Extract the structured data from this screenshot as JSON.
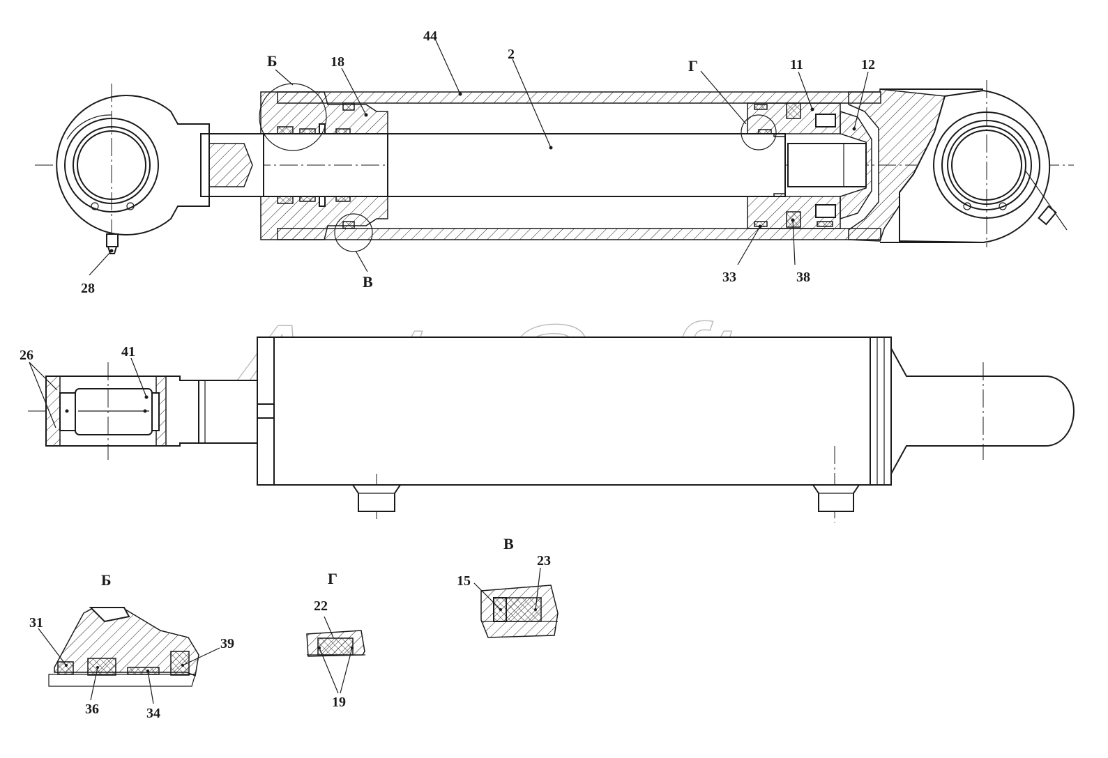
{
  "watermark": "AutoSoft",
  "views": {
    "b": "Б",
    "v": "В",
    "g": "Г"
  },
  "callouts": {
    "p44": "44",
    "p2": "2",
    "p18": "18",
    "p11": "11",
    "p12": "12",
    "p28": "28",
    "p33": "33",
    "p38": "38",
    "p26": "26",
    "p41": "41",
    "p23": "23",
    "p15": "15",
    "p22": "22",
    "p19": "19",
    "p31": "31",
    "p39": "39",
    "p36": "36",
    "p34": "34"
  },
  "colors": {
    "line": "#1a1a1a",
    "watermark": "#b9b9b9",
    "background": "#ffffff"
  }
}
